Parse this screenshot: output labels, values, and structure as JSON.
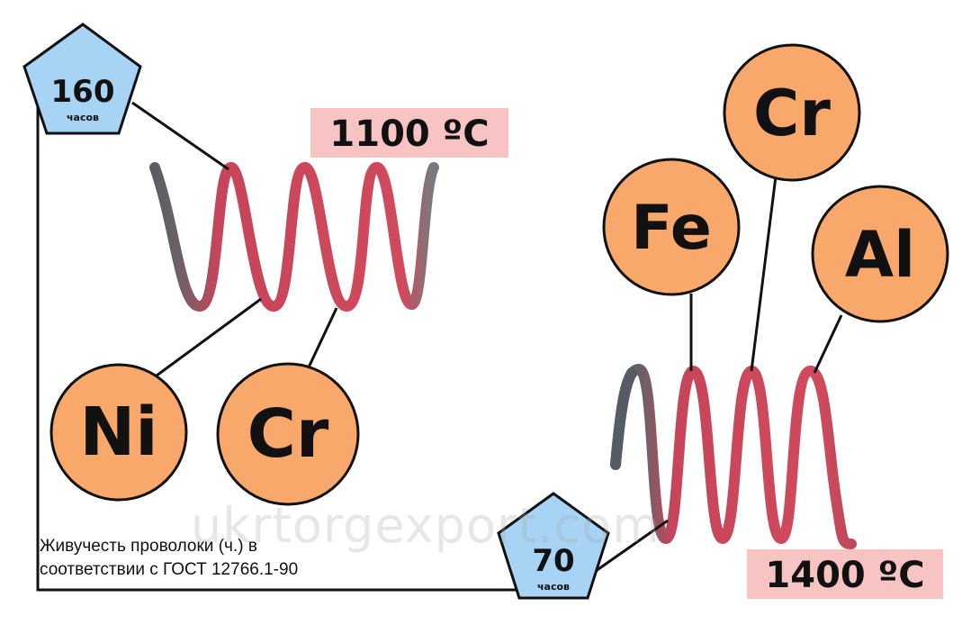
{
  "colors": {
    "element_fill": "#f7a86a",
    "badge_fill": "#a7d3f4",
    "temp_bg": "#f7c3c3",
    "coil_red": "#cf4458",
    "coil_grey": "#5a6168",
    "line": "#111111"
  },
  "left_alloy": {
    "hours_badge": {
      "value": "160",
      "unit": "часов"
    },
    "temperature": "1100 ºC",
    "elements": [
      "Ni",
      "Cr"
    ]
  },
  "right_alloy": {
    "hours_badge": {
      "value": "70",
      "unit": "часов"
    },
    "temperature": "1400 ºC",
    "elements": [
      "Fe",
      "Cr",
      "Al"
    ]
  },
  "caption": {
    "line1": "Живучесть проволоки (ч.) в",
    "line2": "соответствии с ГОСТ 12766.1-90"
  },
  "watermark": "ukrtorgexport.com"
}
